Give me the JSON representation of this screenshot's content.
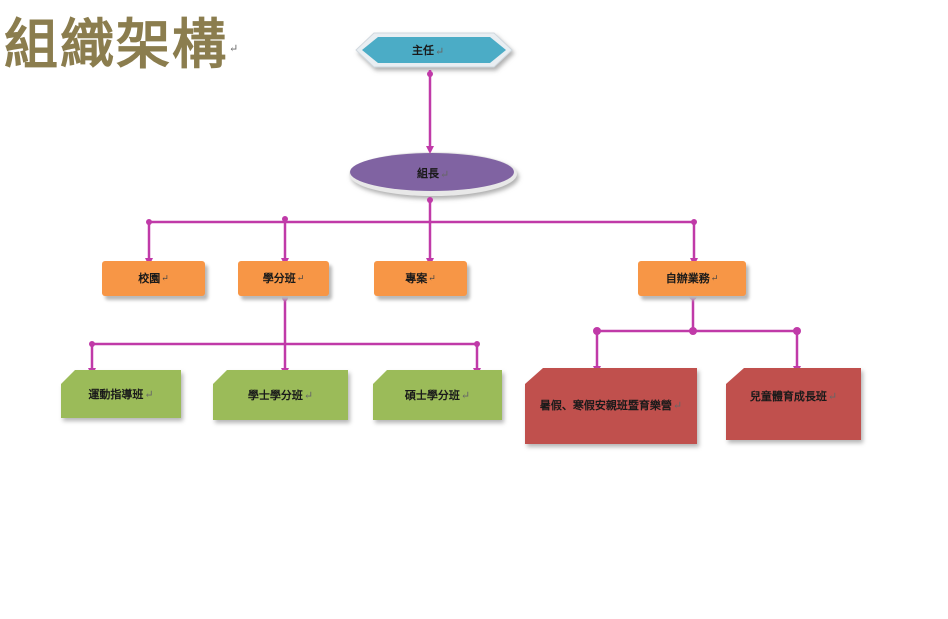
{
  "title": "組織架構",
  "nodes": {
    "director": "主任",
    "team_leader": "組長",
    "campus": "校園",
    "credit_class": "學分班",
    "project": "專案",
    "self_run": "自辦業務",
    "sports_coaching": "運動指導班",
    "bachelor_credit": "學士學分班",
    "master_credit": "碩士學分班",
    "summer_winter_camp": "暑假、寒假安親班暨育樂營",
    "child_development": "兒童體育成長班"
  },
  "marks": {
    "return_mark": "↵"
  },
  "colors": {
    "title": "#8b7d4e",
    "connector": "#c03aa8",
    "director_fill": "#4bacc6",
    "leader_fill": "#8064a2",
    "orange_fill": "#f79646",
    "green_fill": "#9bbb59",
    "red_fill": "#c0504d"
  }
}
